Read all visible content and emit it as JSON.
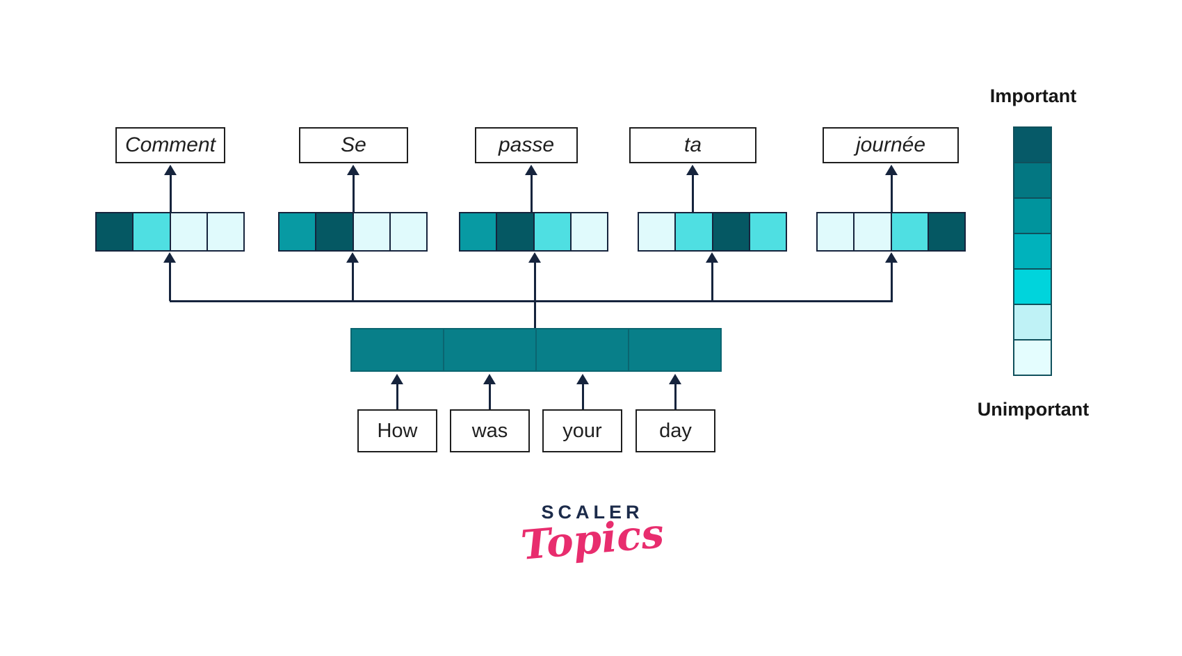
{
  "legend": {
    "top_label": "Important",
    "bottom_label": "Unimportant",
    "colors": [
      "#065a68",
      "#037782",
      "#00949d",
      "#00b2bc",
      "#00d4dc",
      "#bff2f6",
      "#e4fdfe"
    ]
  },
  "attention": {
    "output_words": [
      {
        "label": "Comment",
        "cells": [
          "#055863",
          "#4fdfe2",
          "#e0fafc",
          "#e0fafc"
        ]
      },
      {
        "label": "Se",
        "cells": [
          "#089aa3",
          "#055863",
          "#e0fafc",
          "#e0fafc"
        ]
      },
      {
        "label": "passe",
        "cells": [
          "#089aa3",
          "#055863",
          "#4fdfe2",
          "#e0fafc"
        ]
      },
      {
        "label": "ta",
        "cells": [
          "#e0fafc",
          "#4fdfe2",
          "#055863",
          "#4fdfe2"
        ]
      },
      {
        "label": "journée",
        "cells": [
          "#e0fafc",
          "#e0fafc",
          "#4fdfe2",
          "#055863"
        ]
      }
    ],
    "input_words": [
      "How",
      "was",
      "your",
      "day"
    ]
  },
  "encoder_bar": {
    "segments": 4,
    "fill": "#087f89"
  },
  "logo": {
    "brand": "SCALER",
    "script": "Topics"
  }
}
